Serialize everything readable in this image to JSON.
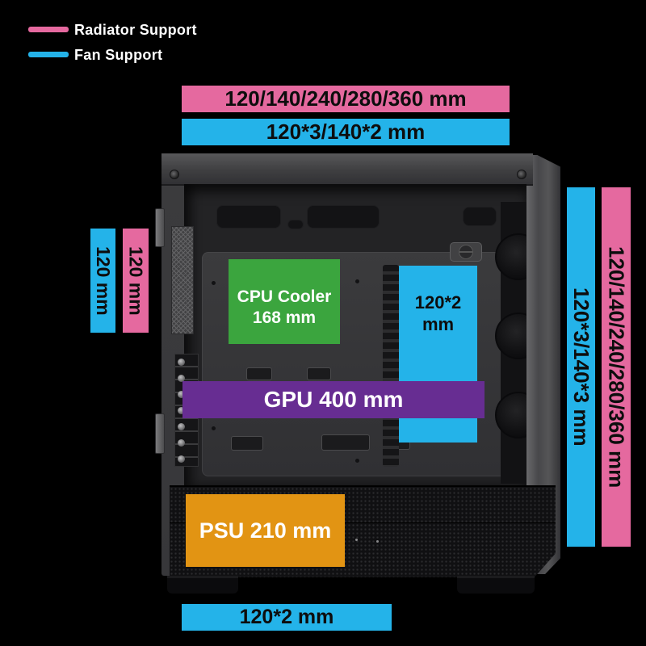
{
  "legend": {
    "radiator_label": "Radiator Support",
    "fan_label": "Fan Support"
  },
  "colors": {
    "radiator": "#e5699f",
    "fan": "#24b3e9",
    "cpu": "#3ba53e",
    "gpu": "#672d92",
    "psu": "#e29413"
  },
  "annotations": {
    "top_radiator": "120/140/240/280/360 mm",
    "top_fan": "120*3/140*2 mm",
    "rear_fan": "120 mm",
    "rear_radiator": "120 mm",
    "front_radiator": "120/140/240/280/360 mm",
    "front_fan": "120*3/140*3 mm",
    "bottom_fan": "120*2 mm",
    "cpu_cooler_line1": "CPU Cooler",
    "cpu_cooler_line2": "168 mm",
    "side_fan_line1": "120*2",
    "side_fan_line2": "mm",
    "gpu": "GPU 400 mm",
    "psu": "PSU 210 mm"
  }
}
